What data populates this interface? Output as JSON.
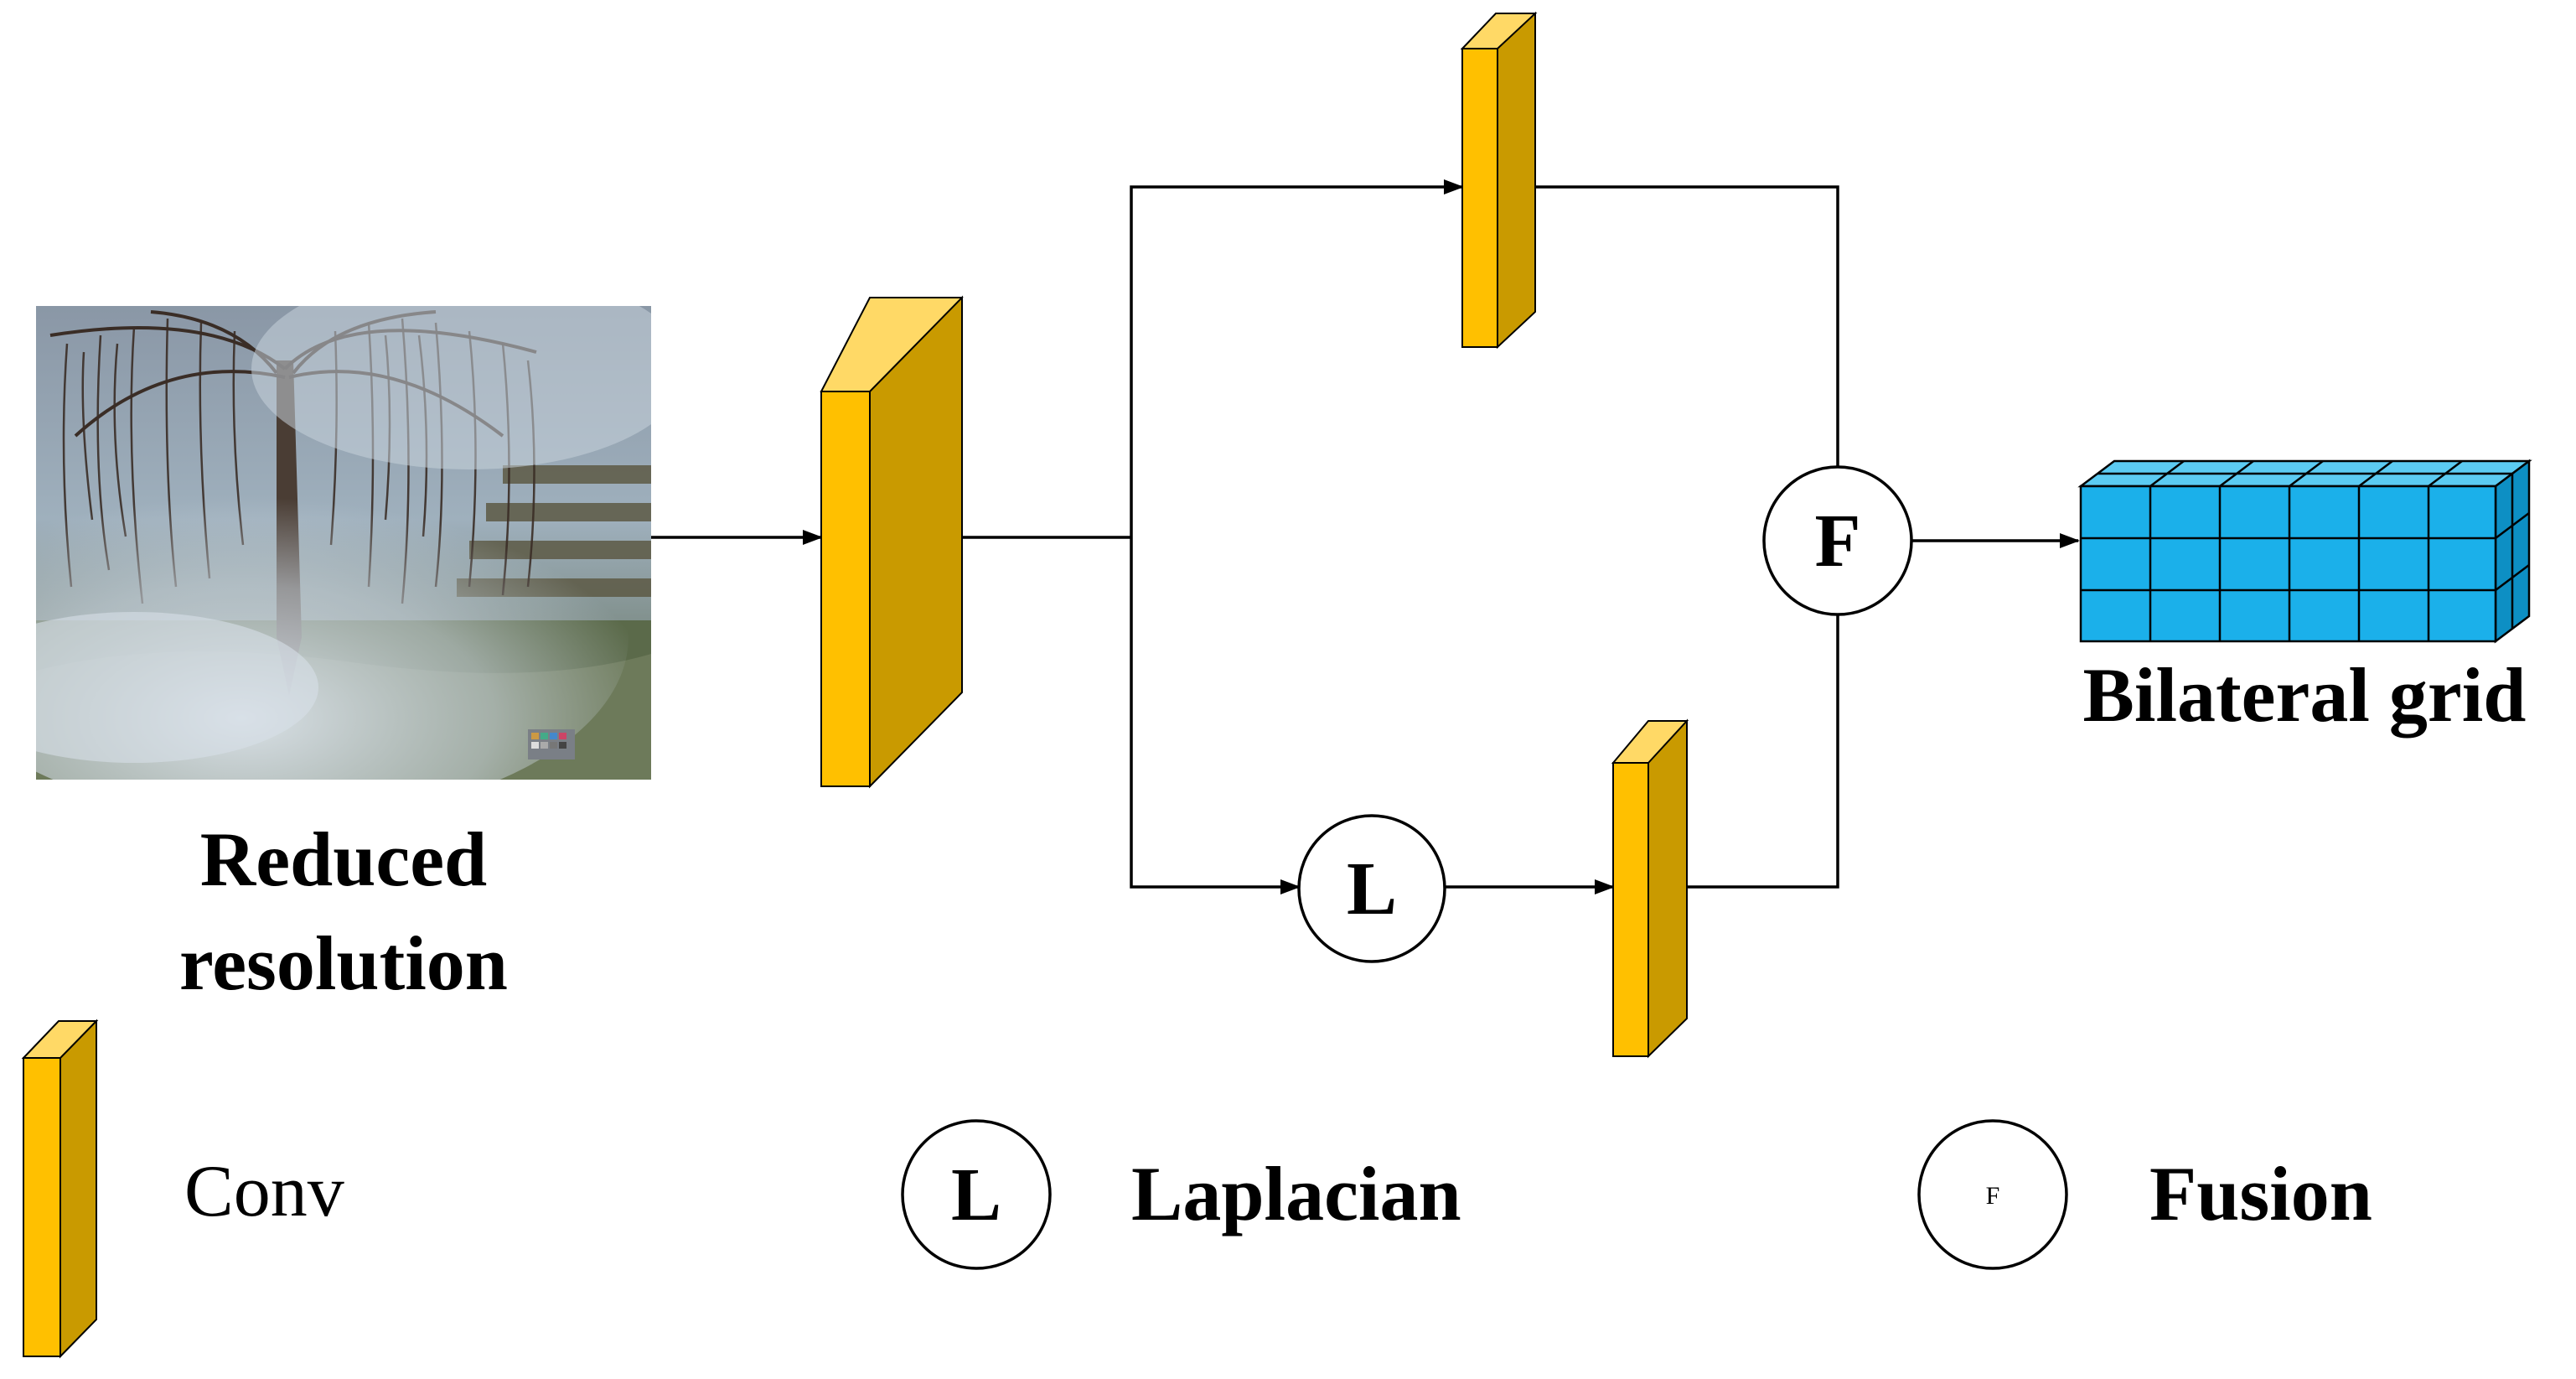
{
  "labels": {
    "input_caption_line1": "Reduced",
    "input_caption_line2": "resolution",
    "output_caption": "Bilateral grid",
    "laplacian_node": "L",
    "fusion_node": "F",
    "legend_conv": "Conv",
    "legend_laplacian_symbol": "L",
    "legend_laplacian": "Laplacian",
    "legend_fusion_symbol": "F",
    "legend_fusion": "Fusion"
  },
  "colors": {
    "conv_front": "#FFC000",
    "conv_side": "#C99A00",
    "conv_top": "#FFD966",
    "grid_front": "#1BB0EA",
    "grid_top": "#5CCBF2",
    "grid_side": "#0D8FC4",
    "line": "#000000"
  }
}
